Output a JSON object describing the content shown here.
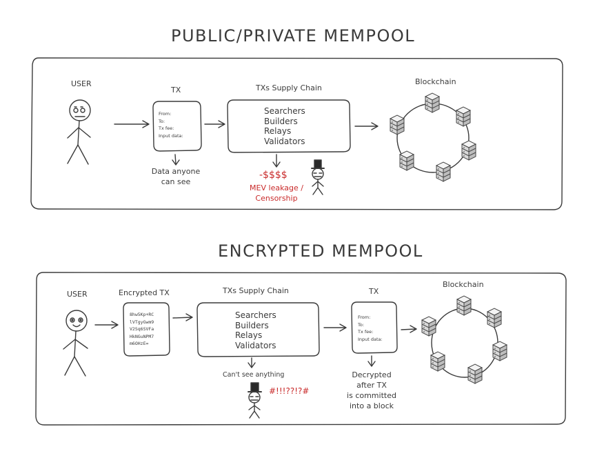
{
  "colors": {
    "ink": "#3a3a3a",
    "accent_red": "#c92a2a",
    "background": "#ffffff"
  },
  "public": {
    "title": "PUBLIC/PRIVATE MEMPOOL",
    "user_label": "USER",
    "tx_label": "TX",
    "tx_fields": [
      "From:",
      "To:",
      "Tx fee:",
      "Input data:"
    ],
    "supply_chain_label": "TXs Supply Chain",
    "supply_chain_items": [
      "Searchers",
      "Builders",
      "Relays",
      "Validators"
    ],
    "blockchain_label": "Blockchain",
    "data_note": [
      "Data anyone",
      "can see"
    ],
    "leak_amount": "-$$$$",
    "leak_note": [
      "MEV leakage /",
      "Censorship"
    ]
  },
  "encrypted": {
    "title": "ENCRYPTED MEMPOOL",
    "user_label": "USER",
    "enc_tx_label": "Encrypted TX",
    "cipher_lines": [
      "8hw5Kp+RC",
      "lVTgyGwm9",
      "V2Sq6SVFa",
      "HkNGuNPM7",
      "m6OHzE="
    ],
    "supply_chain_label": "TXs Supply Chain",
    "supply_chain_items": [
      "Searchers",
      "Builders",
      "Relays",
      "Validators"
    ],
    "tx_label": "TX",
    "tx_fields": [
      "From:",
      "To:",
      "Tx fee:",
      "Input data:"
    ],
    "blockchain_label": "Blockchain",
    "cant_see": "Can't see anything",
    "cursing": "#!!!??!?#",
    "decrypted_note": [
      "Decrypted",
      "after TX",
      "is committed",
      "into a block"
    ]
  },
  "icons": [
    "user-figure-icon",
    "mev-bot-figure-icon",
    "blockchain-ring-icon",
    "server-stack-icon",
    "arrow-icon"
  ]
}
